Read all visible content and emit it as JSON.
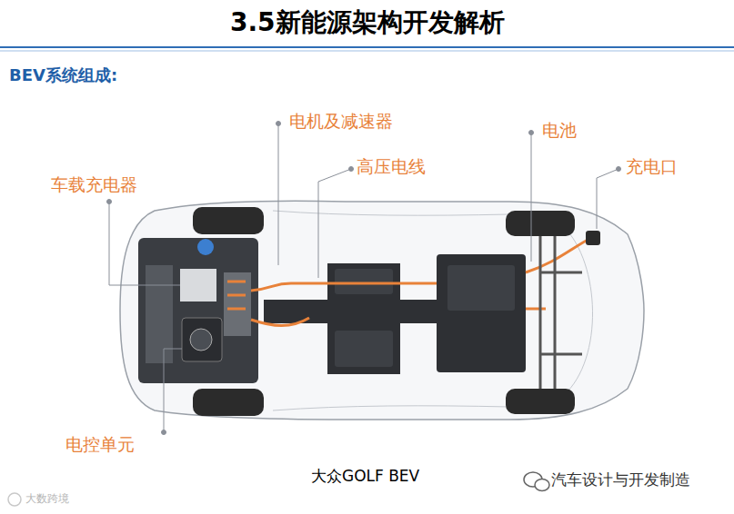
{
  "diagram": {
    "title": "3.5新能源架构开发解析",
    "caption": "大众GOLF BEV",
    "labels": [
      "BEV系统组成:",
      "电机及减速器",
      "高压电线",
      "电池",
      "充电口",
      "车载充电器",
      "电控单元",
      "汽车设计与开发制造",
      "大数跨境"
    ]
  }
}
